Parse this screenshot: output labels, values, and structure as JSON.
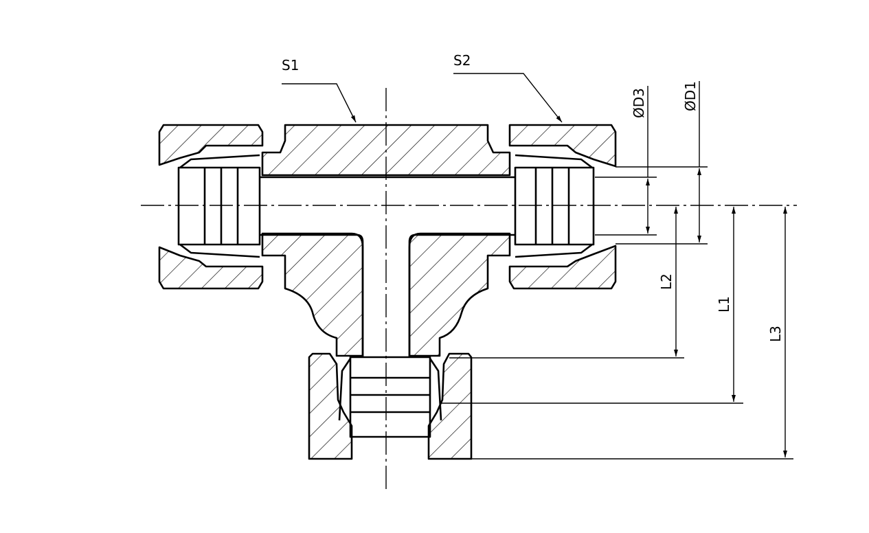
{
  "labels": {
    "s1": "S1",
    "s2": "S2",
    "d3": "ØD3",
    "d1": "ØD1",
    "l2": "L2",
    "l1": "L1",
    "l3": "L3"
  },
  "colors": {
    "line": "#000000",
    "background": "#ffffff"
  }
}
